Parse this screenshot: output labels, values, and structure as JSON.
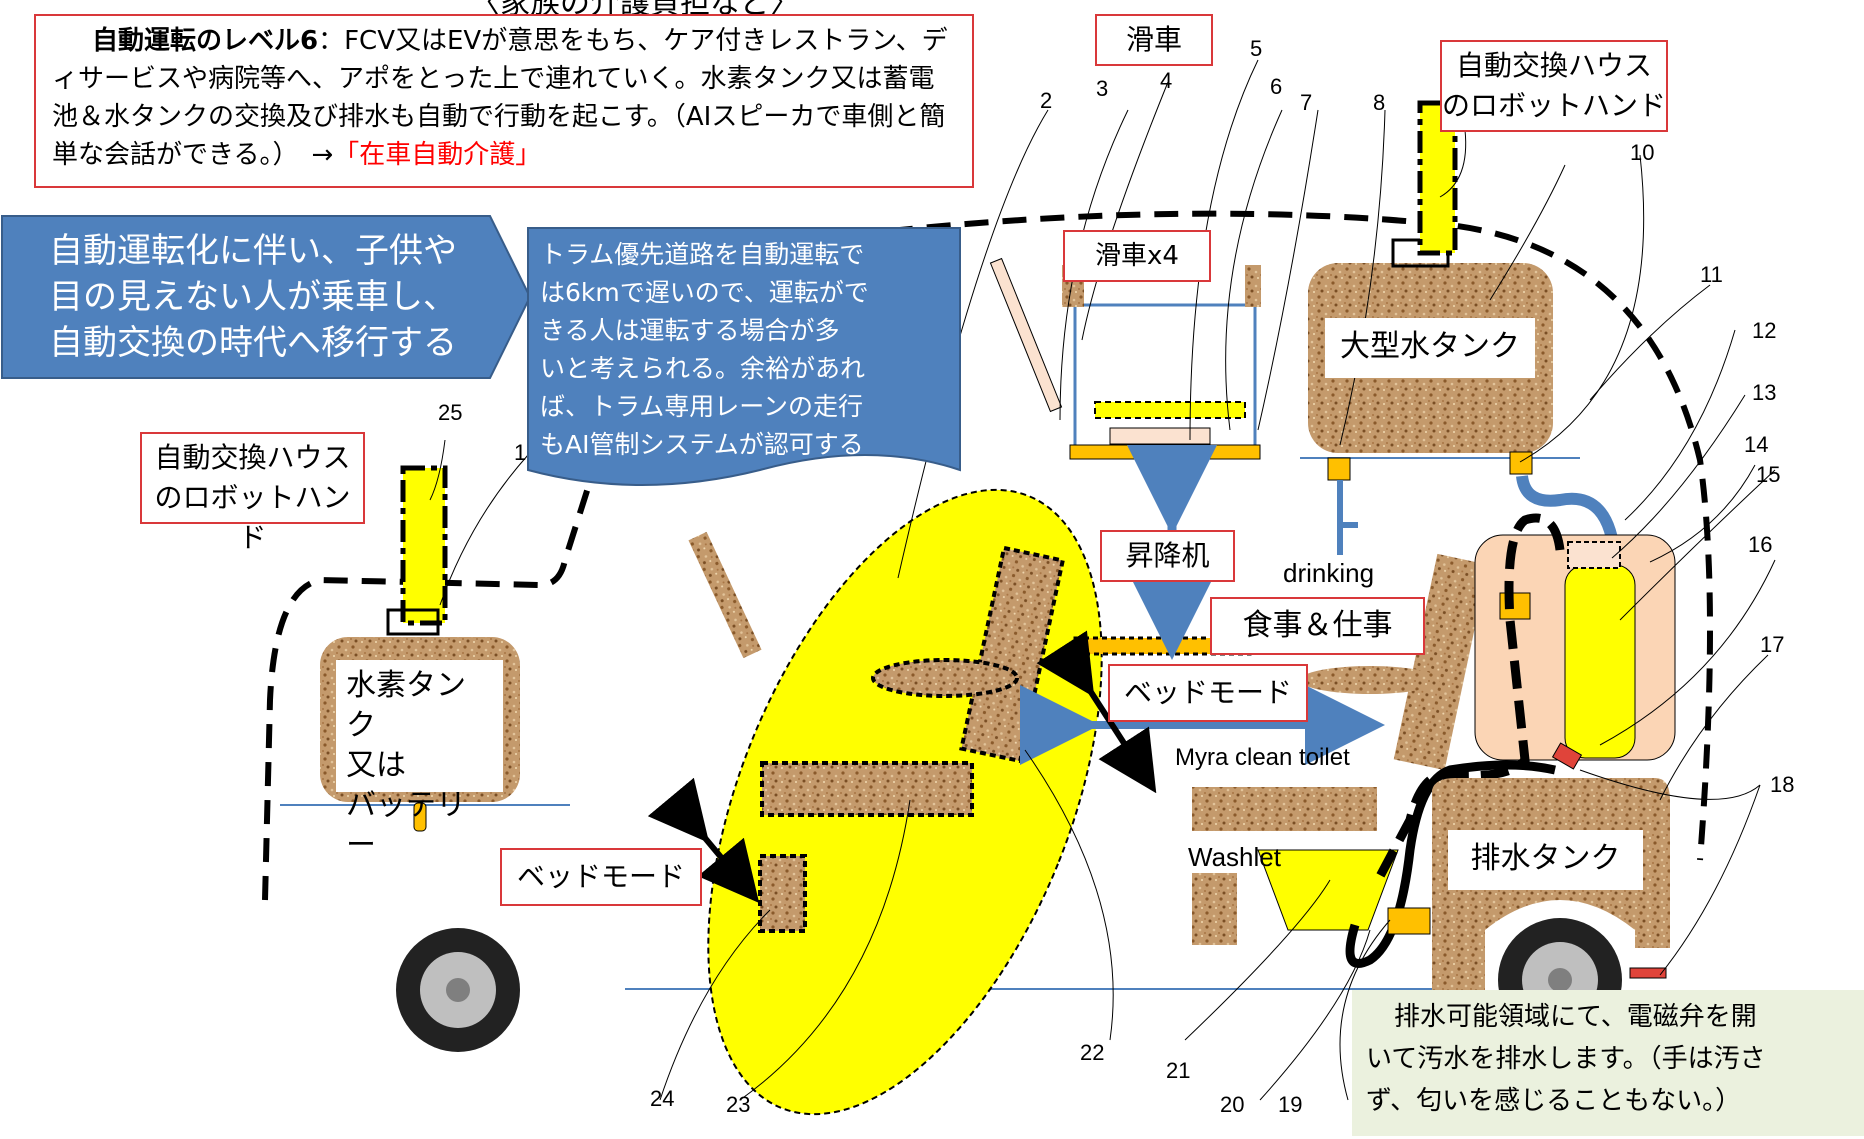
{
  "top_partial_title": "〈家族の介護負担など〉",
  "info_box": {
    "heading": "自動運転のレベル6",
    "body": "：FCV又はEVが意思をもち、ケア付きレストラン、ディサービスや病院等へ、アポをとった上で連れていく。水素タンク又は蓄電池＆水タンクの交換及び排水も自動で行動を起こす。（AIスピーカで車側と簡単な会話ができる。）　→",
    "highlight": "「在車自動介護」",
    "highlight_color": "#ff0000"
  },
  "arrow_callout": {
    "lines": [
      "自動運転化に伴い、子供や",
      "目の見えない人が乗車し、",
      "自動交換の時代へ移行する"
    ],
    "color": "#4f81bd"
  },
  "tram_note": {
    "lines": [
      "トラム優先道路を自動運転で",
      "は6kmで遅いので、運転がで",
      "きる人は運転する場合が多",
      "いと考えられる。余裕があれ",
      "ば、トラム専用レーンの走行",
      "もAI管制システムが認可する"
    ],
    "color": "#4f81bd"
  },
  "labels": {
    "pulley": "滑車",
    "pulley_x4": "滑車x4",
    "robot_hand_right": [
      "自動交換ハウス",
      "のロボットハンド"
    ],
    "robot_hand_left": [
      "自動交換ハウス",
      "のロボットハンド"
    ],
    "large_water_tank": "大型水タンク",
    "drinking": "drinking",
    "elevator": "昇降机",
    "meal_work": "食事＆仕事",
    "bed_mode_1": "ベッドモード",
    "bed_mode_2": "ベッドモード",
    "toilet": "Myra clean toilet",
    "washlet": "Washlet",
    "drain_tank": "排水タンク",
    "hydrogen_tank": [
      "水素タンク",
      "又は",
      "バッテリー"
    ]
  },
  "drain_note": {
    "lines": [
      "排水可能領域にて、電磁弁を開",
      "いて汚水を排水します。（手は汚さ",
      "ず、匂いを感じることもない。）"
    ],
    "bg_color": "#ebf1de"
  },
  "part_numbers": [
    "1",
    "2",
    "3",
    "4",
    "5",
    "6",
    "7",
    "8",
    "10",
    "11",
    "12",
    "13",
    "14",
    "15",
    "16",
    "17",
    "18",
    "19",
    "20",
    "21",
    "22",
    "23",
    "24",
    "25"
  ],
  "colors": {
    "yellow": "#ffff00",
    "cork": "#c49a6c",
    "orange": "#ffc000",
    "pink": "#fbd5b5",
    "blue": "#4f81bd",
    "red_border": "#d9383a"
  }
}
